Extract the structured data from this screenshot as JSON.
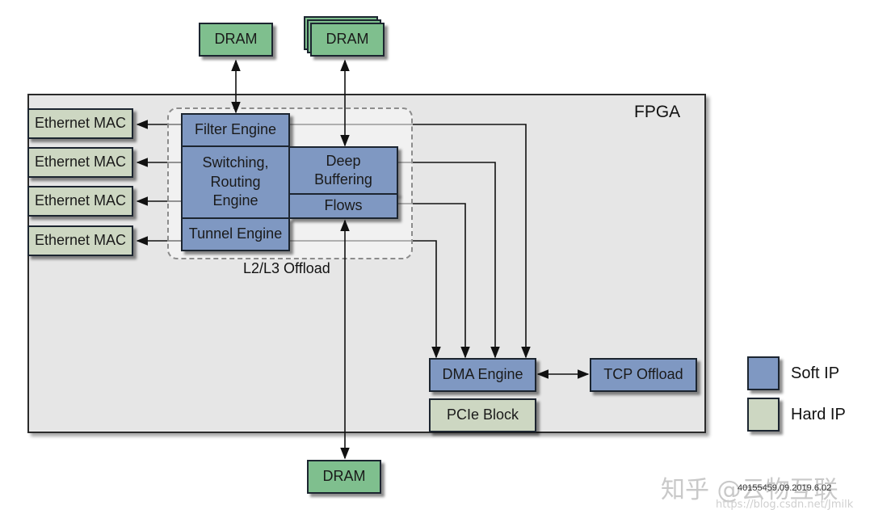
{
  "fpga_label": "FPGA",
  "offload_label": "L2/L3 Offload",
  "blocks": {
    "filter_engine": "Filter Engine",
    "switching_engine": "Switching,\nRouting\nEngine",
    "deep_buffering": "Deep\nBuffering",
    "flows": "Flows",
    "tunnel_engine": "Tunnel Engine",
    "dma_engine": "DMA Engine",
    "tcp_offload": "TCP Offload",
    "pcie_block": "PCIe Block"
  },
  "ethernet_macs": [
    "Ethernet MAC",
    "Ethernet MAC",
    "Ethernet MAC",
    "Ethernet MAC"
  ],
  "drams": [
    "DRAM",
    "DRAM",
    "DRAM"
  ],
  "legend": [
    {
      "label": "Soft IP",
      "color": "#7f98c2"
    },
    {
      "label": "Hard IP",
      "color": "#cdd7c2"
    }
  ],
  "colors": {
    "soft_ip": "#7f98c2",
    "hard_ip": "#cdd7c2",
    "dram": "#7fbf8e"
  },
  "watermark": {
    "zhihu": "知乎 @云物互联",
    "figure_id": "40155459.09.2019.6.02",
    "url": "https://blog.csdn.net/Jmilk"
  }
}
